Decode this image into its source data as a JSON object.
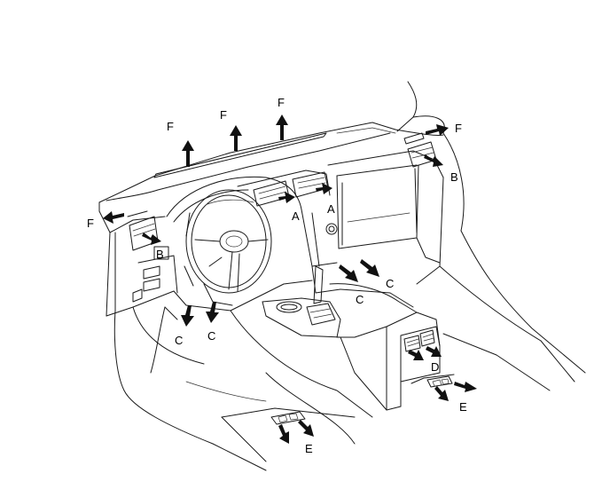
{
  "diagram": {
    "callouts": [
      {
        "id": "f1",
        "text": "F"
      },
      {
        "id": "f2",
        "text": "F"
      },
      {
        "id": "f3",
        "text": "F"
      },
      {
        "id": "f4",
        "text": "F"
      },
      {
        "id": "f5",
        "text": "F"
      },
      {
        "id": "a1",
        "text": "A"
      },
      {
        "id": "a2",
        "text": "A"
      },
      {
        "id": "b1",
        "text": "B"
      },
      {
        "id": "b2",
        "text": "B"
      },
      {
        "id": "c1",
        "text": "C"
      },
      {
        "id": "c2",
        "text": "C"
      },
      {
        "id": "c3",
        "text": "C"
      },
      {
        "id": "c4",
        "text": "C"
      },
      {
        "id": "d1",
        "text": "D"
      },
      {
        "id": "e1",
        "text": "E"
      },
      {
        "id": "e2",
        "text": "E"
      }
    ]
  }
}
